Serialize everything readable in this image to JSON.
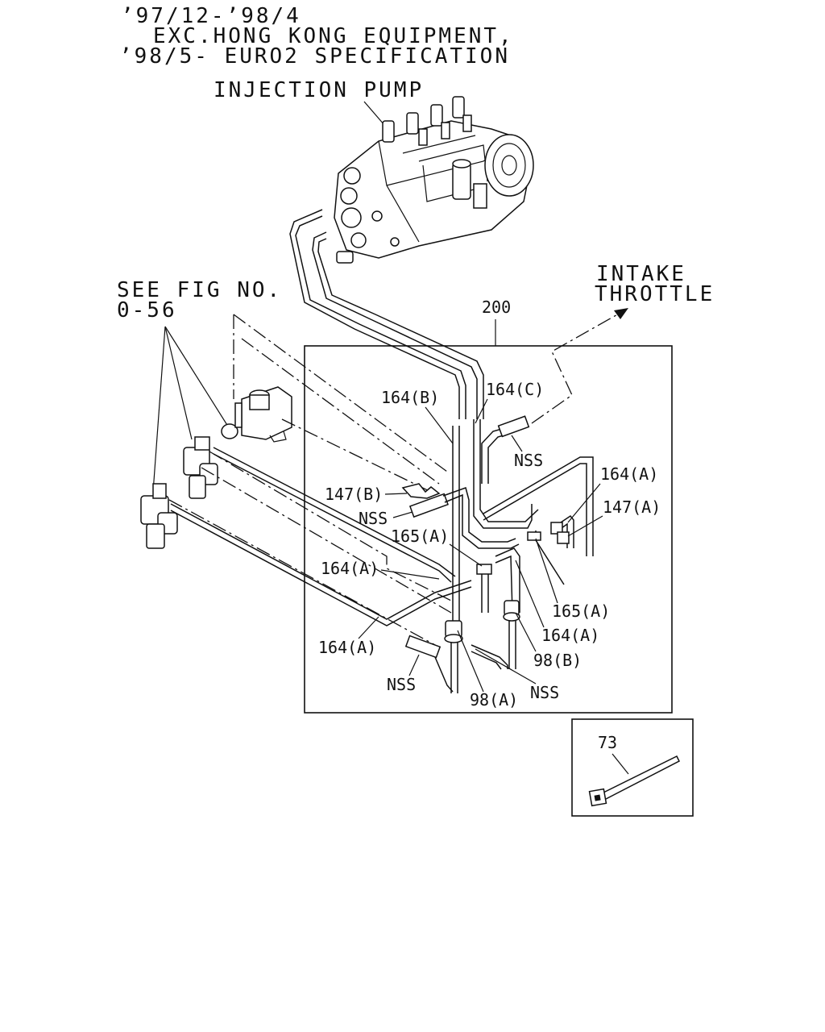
{
  "header": {
    "line1": "’97/12-’98/4",
    "line2": "EXC.HONG KONG EQUIPMENT,",
    "line3": "’98/5- EURO2 SPECIFICATION"
  },
  "labels": {
    "injection_pump": "INJECTION PUMP",
    "intake_line1": "INTAKE",
    "intake_line2": "THROTTLE",
    "see_fig_line1": "SEE FIG NO.",
    "see_fig_line2": "0-56",
    "box_number": "200",
    "p164b": "164(B)",
    "p164c": "164(C)",
    "nss_top": "NSS",
    "p147b": "147(B)",
    "nss_left": "NSS",
    "p164a_right": "164(A)",
    "p147a": "147(A)",
    "p165a_left": "165(A)",
    "p164a_mid": "164(A)",
    "p165a_right": "165(A)",
    "p164a_lower_right": "164(A)",
    "p98b": "98(B)",
    "p164a_bottom_left": "164(A)",
    "nss_bottom_left": "NSS",
    "nss_bottom_right": "NSS",
    "p98a": "98(A)",
    "p73": "73"
  },
  "colors": {
    "ink": "#111111",
    "paper": "#ffffff"
  }
}
